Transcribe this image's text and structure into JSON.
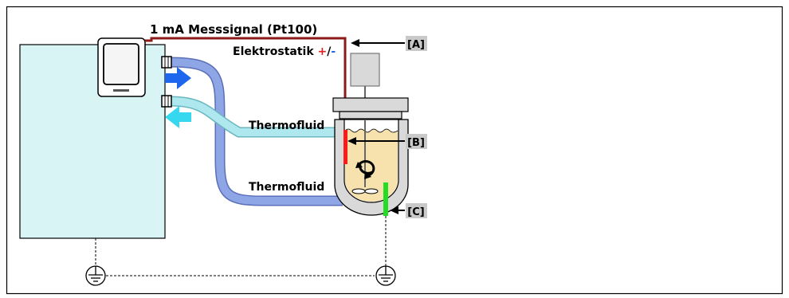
{
  "labels": {
    "signal": "1 mA Messsignal (Pt100)",
    "electrostatic": "Elektrostatik ",
    "plus": "+",
    "slash": "/",
    "minus": "-",
    "fluid_upper": "Thermofluid",
    "fluid_lower": "Thermofluid",
    "tag_a": "[A]",
    "tag_b": "[B]",
    "tag_c": "[C]"
  },
  "colors": {
    "unit_fill": "#d8f4f4",
    "signal_wire": "#8b1a1a",
    "hose_dark": "#8fa6e6",
    "hose_light": "#aee7ee",
    "arrow_out": "#1f66ee",
    "arrow_in": "#35d8ee",
    "sensor_b": "#ff1a1a",
    "sensor_c": "#22dd22",
    "fluid": "#f7e2ad",
    "vessel": "#d9d9d9",
    "plus": "#e02020",
    "minus": "#1f66ee"
  },
  "icons": [
    "ground-symbol-icon",
    "stirrer-rotation-icon",
    "stirrer-paddle-icon",
    "flow-arrow-icon"
  ]
}
